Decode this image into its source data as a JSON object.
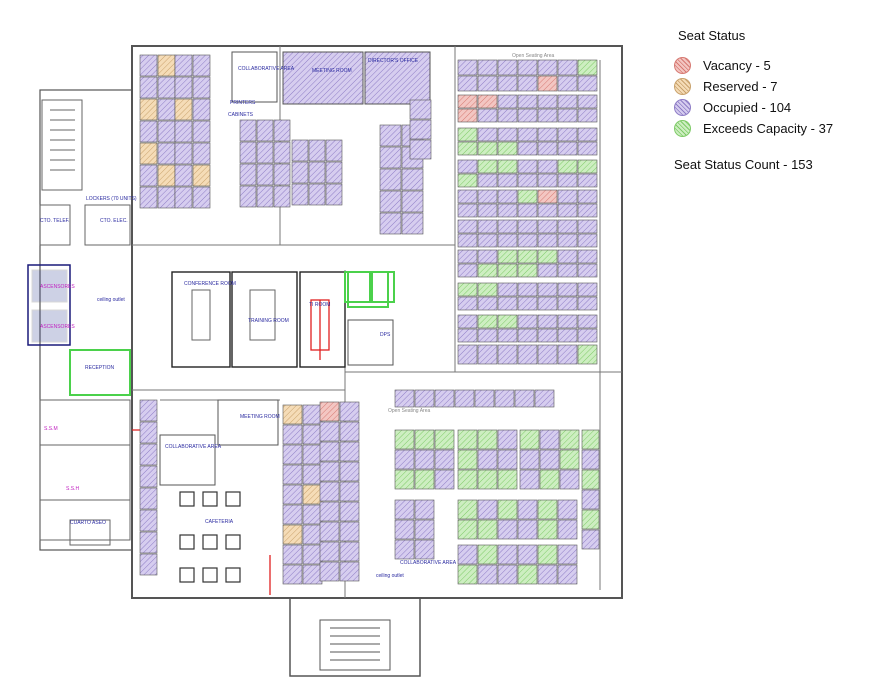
{
  "legend": {
    "title": "Seat Status",
    "items": [
      {
        "label": "Vacancy - 5",
        "color": "#f3c6c2",
        "hatch": "#d77a73"
      },
      {
        "label": "Reserved - 7",
        "color": "#f5dcb7",
        "hatch": "#c9a26c"
      },
      {
        "label": "Occupied - 104",
        "color": "#d6cdef",
        "hatch": "#8e7dc6"
      },
      {
        "label": "Exceeds Capacity - 37",
        "color": "#cdeec1",
        "hatch": "#7fcb68"
      }
    ],
    "count": "Seat Status Count - 153"
  },
  "rooms": {
    "collab_top": "COLLABORATIVE\nAREA",
    "meeting": "MEETING\nROOM",
    "directors": "DIRECTOR'S\nOFFICE",
    "open_top": "Open Seating\nArea",
    "printers": "PRINTERS",
    "cabinets": "CABINETS",
    "lockers": "LOCKERS\n(70 UNITS)",
    "cto_telef": "CTO.\nTELEF.",
    "cto_elec": "CTO.\nELEC.",
    "ascensores": "ASCENSORES",
    "reception": "RECEPTION",
    "conference": "CONFERENCE\nROOM",
    "training": "TRAINING\nROOM",
    "ti_room": "TI ROOM",
    "dps": "DPS",
    "ssm": "S.S.M",
    "ssh": "S.S.H",
    "cuarto_aseo": "CUARTO\nASEO",
    "meeting_small": "MEETING\nROOM",
    "collab_mid": "COLLABORATIVE\nAREA",
    "cafeteria": "CAFETERIA",
    "open_mid": "Open Seating\nArea",
    "collab_bottom": "COLLABORATIVE\nAREA",
    "ceiling": "ceiling outlet"
  }
}
